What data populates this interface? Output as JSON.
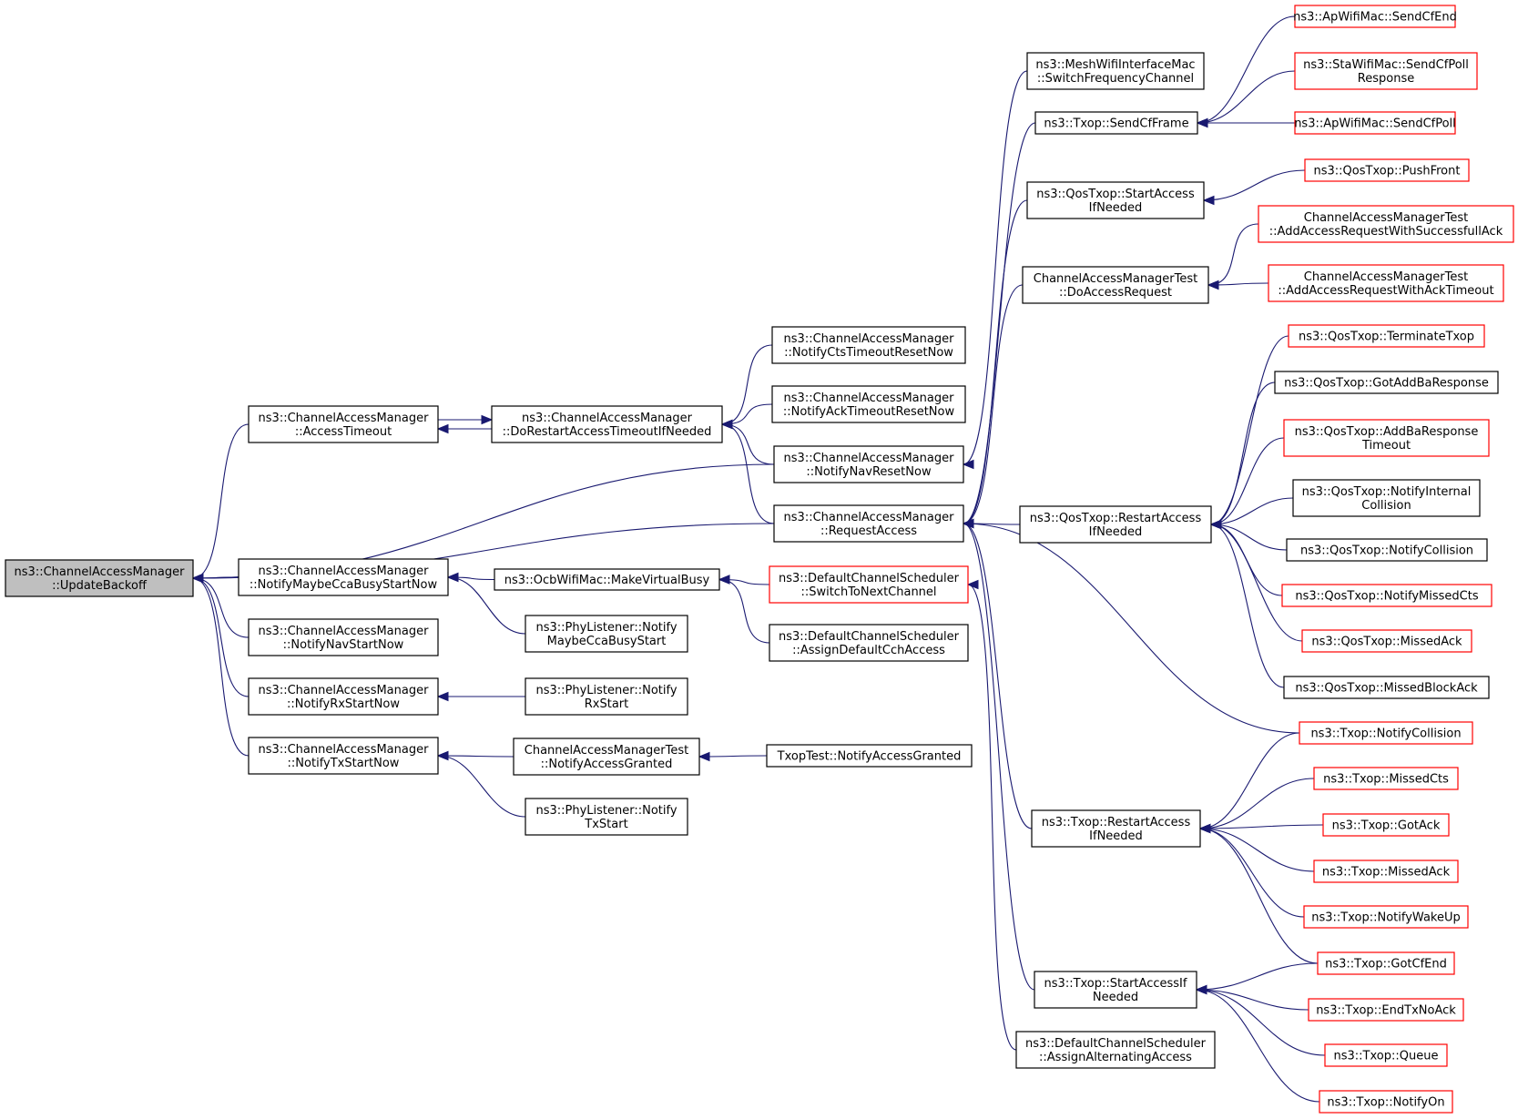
{
  "colors": {
    "edge": "#191970",
    "border_default": "#000000",
    "border_truncated": "#ff0000",
    "fill_focus": "#bfbfbf",
    "fill_default": "#ffffff"
  },
  "nodes": [
    {
      "id": "update_backoff",
      "lines": [
        "ns3::ChannelAccessManager",
        "::UpdateBackoff"
      ],
      "style": "focus"
    },
    {
      "id": "access_timeout",
      "lines": [
        "ns3::ChannelAccessManager",
        "::AccessTimeout"
      ],
      "style": "default"
    },
    {
      "id": "notify_maybe_cca",
      "lines": [
        "ns3::ChannelAccessManager",
        "::NotifyMaybeCcaBusyStartNow"
      ],
      "style": "default"
    },
    {
      "id": "notify_nav_start",
      "lines": [
        "ns3::ChannelAccessManager",
        "::NotifyNavStartNow"
      ],
      "style": "default"
    },
    {
      "id": "notify_rx_start",
      "lines": [
        "ns3::ChannelAccessManager",
        "::NotifyRxStartNow"
      ],
      "style": "default"
    },
    {
      "id": "notify_tx_start",
      "lines": [
        "ns3::ChannelAccessManager",
        "::NotifyTxStartNow"
      ],
      "style": "default"
    },
    {
      "id": "do_restart",
      "lines": [
        "ns3::ChannelAccessManager",
        "::DoRestartAccessTimeoutIfNeeded"
      ],
      "style": "default"
    },
    {
      "id": "ocb_make_busy",
      "lines": [
        "ns3::OcbWifiMac::MakeVirtualBusy"
      ],
      "style": "default"
    },
    {
      "id": "phy_maybe_cca",
      "lines": [
        "ns3::PhyListener::Notify",
        "MaybeCcaBusyStart"
      ],
      "style": "default"
    },
    {
      "id": "phy_rx_start",
      "lines": [
        "ns3::PhyListener::Notify",
        "RxStart"
      ],
      "style": "default"
    },
    {
      "id": "camt_notify_granted",
      "lines": [
        "ChannelAccessManagerTest",
        "::NotifyAccessGranted"
      ],
      "style": "default"
    },
    {
      "id": "phy_tx_start",
      "lines": [
        "ns3::PhyListener::Notify",
        "TxStart"
      ],
      "style": "default"
    },
    {
      "id": "notify_cts_reset",
      "lines": [
        "ns3::ChannelAccessManager",
        "::NotifyCtsTimeoutResetNow"
      ],
      "style": "default"
    },
    {
      "id": "notify_ack_reset",
      "lines": [
        "ns3::ChannelAccessManager",
        "::NotifyAckTimeoutResetNow"
      ],
      "style": "default"
    },
    {
      "id": "notify_nav_reset",
      "lines": [
        "ns3::ChannelAccessManager",
        "::NotifyNavResetNow"
      ],
      "style": "default"
    },
    {
      "id": "request_access",
      "lines": [
        "ns3::ChannelAccessManager",
        "::RequestAccess"
      ],
      "style": "default"
    },
    {
      "id": "dcs_switch_next",
      "lines": [
        "ns3::DefaultChannelScheduler",
        "::SwitchToNextChannel"
      ],
      "style": "truncated"
    },
    {
      "id": "dcs_assign_default_cch",
      "lines": [
        "ns3::DefaultChannelScheduler",
        "::AssignDefaultCchAccess"
      ],
      "style": "default"
    },
    {
      "id": "txoptest_notify_granted",
      "lines": [
        "TxopTest::NotifyAccessGranted"
      ],
      "style": "default"
    },
    {
      "id": "mesh_switch_freq",
      "lines": [
        "ns3::MeshWifiInterfaceMac",
        "::SwitchFrequencyChannel"
      ],
      "style": "default"
    },
    {
      "id": "txop_send_cf_frame",
      "lines": [
        "ns3::Txop::SendCfFrame"
      ],
      "style": "default"
    },
    {
      "id": "qostxop_start_access",
      "lines": [
        "ns3::QosTxop::StartAccess",
        "IfNeeded"
      ],
      "style": "default"
    },
    {
      "id": "camt_do_access_request",
      "lines": [
        "ChannelAccessManagerTest",
        "::DoAccessRequest"
      ],
      "style": "default"
    },
    {
      "id": "qostxop_restart_access",
      "lines": [
        "ns3::QosTxop::RestartAccess",
        "IfNeeded"
      ],
      "style": "default"
    },
    {
      "id": "txop_restart_access",
      "lines": [
        "ns3::Txop::RestartAccess",
        "IfNeeded"
      ],
      "style": "default"
    },
    {
      "id": "txop_start_access",
      "lines": [
        "ns3::Txop::StartAccessIf",
        "Needed"
      ],
      "style": "default"
    },
    {
      "id": "dcs_assign_alternating",
      "lines": [
        "ns3::DefaultChannelScheduler",
        "::AssignAlternatingAccess"
      ],
      "style": "default"
    },
    {
      "id": "ap_send_cf_end",
      "lines": [
        "ns3::ApWifiMac::SendCfEnd"
      ],
      "style": "truncated"
    },
    {
      "id": "sta_send_cf_poll_resp",
      "lines": [
        "ns3::StaWifiMac::SendCfPoll",
        "Response"
      ],
      "style": "truncated"
    },
    {
      "id": "ap_send_cf_poll",
      "lines": [
        "ns3::ApWifiMac::SendCfPoll"
      ],
      "style": "truncated"
    },
    {
      "id": "qostxop_push_front",
      "lines": [
        "ns3::QosTxop::PushFront"
      ],
      "style": "truncated"
    },
    {
      "id": "camt_add_success",
      "lines": [
        "ChannelAccessManagerTest",
        "::AddAccessRequestWithSuccessfullAck"
      ],
      "style": "truncated"
    },
    {
      "id": "camt_add_ack_timeout",
      "lines": [
        "ChannelAccessManagerTest",
        "::AddAccessRequestWithAckTimeout"
      ],
      "style": "truncated"
    },
    {
      "id": "qostxop_terminate",
      "lines": [
        "ns3::QosTxop::TerminateTxop"
      ],
      "style": "truncated"
    },
    {
      "id": "qostxop_got_addba",
      "lines": [
        "ns3::QosTxop::GotAddBaResponse"
      ],
      "style": "default"
    },
    {
      "id": "qostxop_addba_timeout",
      "lines": [
        "ns3::QosTxop::AddBaResponse",
        "Timeout"
      ],
      "style": "truncated"
    },
    {
      "id": "qostxop_notify_internal",
      "lines": [
        "ns3::QosTxop::NotifyInternal",
        "Collision"
      ],
      "style": "default"
    },
    {
      "id": "qostxop_notify_collision",
      "lines": [
        "ns3::QosTxop::NotifyCollision"
      ],
      "style": "default"
    },
    {
      "id": "qostxop_notify_missed_cts",
      "lines": [
        "ns3::QosTxop::NotifyMissedCts"
      ],
      "style": "truncated"
    },
    {
      "id": "qostxop_missed_ack",
      "lines": [
        "ns3::QosTxop::MissedAck"
      ],
      "style": "truncated"
    },
    {
      "id": "qostxop_missed_block_ack",
      "lines": [
        "ns3::QosTxop::MissedBlockAck"
      ],
      "style": "default"
    },
    {
      "id": "txop_notify_collision",
      "lines": [
        "ns3::Txop::NotifyCollision"
      ],
      "style": "truncated"
    },
    {
      "id": "txop_missed_cts",
      "lines": [
        "ns3::Txop::MissedCts"
      ],
      "style": "truncated"
    },
    {
      "id": "txop_got_ack",
      "lines": [
        "ns3::Txop::GotAck"
      ],
      "style": "truncated"
    },
    {
      "id": "txop_missed_ack",
      "lines": [
        "ns3::Txop::MissedAck"
      ],
      "style": "truncated"
    },
    {
      "id": "txop_notify_wakeup",
      "lines": [
        "ns3::Txop::NotifyWakeUp"
      ],
      "style": "truncated"
    },
    {
      "id": "txop_got_cf_end",
      "lines": [
        "ns3::Txop::GotCfEnd"
      ],
      "style": "truncated"
    },
    {
      "id": "txop_end_tx_no_ack",
      "lines": [
        "ns3::Txop::EndTxNoAck"
      ],
      "style": "truncated"
    },
    {
      "id": "txop_queue",
      "lines": [
        "ns3::Txop::Queue"
      ],
      "style": "truncated"
    },
    {
      "id": "txop_notify_on",
      "lines": [
        "ns3::Txop::NotifyOn"
      ],
      "style": "truncated"
    }
  ],
  "edges": [
    {
      "from": "access_timeout",
      "to": "update_backoff"
    },
    {
      "from": "notify_nav_reset",
      "to": "update_backoff"
    },
    {
      "from": "request_access",
      "to": "update_backoff"
    },
    {
      "from": "notify_maybe_cca",
      "to": "update_backoff"
    },
    {
      "from": "notify_nav_start",
      "to": "update_backoff"
    },
    {
      "from": "notify_rx_start",
      "to": "update_backoff"
    },
    {
      "from": "notify_tx_start",
      "to": "update_backoff"
    },
    {
      "from": "do_restart",
      "to": "access_timeout"
    },
    {
      "from": "access_timeout",
      "to": "do_restart"
    },
    {
      "from": "notify_cts_reset",
      "to": "do_restart"
    },
    {
      "from": "notify_ack_reset",
      "to": "do_restart"
    },
    {
      "from": "notify_nav_reset",
      "to": "do_restart"
    },
    {
      "from": "request_access",
      "to": "do_restart"
    },
    {
      "from": "ocb_make_busy",
      "to": "notify_maybe_cca"
    },
    {
      "from": "phy_maybe_cca",
      "to": "notify_maybe_cca"
    },
    {
      "from": "dcs_switch_next",
      "to": "ocb_make_busy"
    },
    {
      "from": "dcs_assign_default_cch",
      "to": "ocb_make_busy"
    },
    {
      "from": "phy_rx_start",
      "to": "notify_rx_start"
    },
    {
      "from": "camt_notify_granted",
      "to": "notify_tx_start"
    },
    {
      "from": "phy_tx_start",
      "to": "notify_tx_start"
    },
    {
      "from": "txoptest_notify_granted",
      "to": "camt_notify_granted"
    },
    {
      "from": "mesh_switch_freq",
      "to": "notify_nav_reset"
    },
    {
      "from": "txop_send_cf_frame",
      "to": "request_access"
    },
    {
      "from": "qostxop_start_access",
      "to": "request_access"
    },
    {
      "from": "camt_do_access_request",
      "to": "request_access"
    },
    {
      "from": "qostxop_restart_access",
      "to": "request_access"
    },
    {
      "from": "txop_restart_access",
      "to": "request_access"
    },
    {
      "from": "txop_start_access",
      "to": "request_access"
    },
    {
      "from": "txop_notify_collision",
      "to": "request_access"
    },
    {
      "from": "dcs_assign_alternating",
      "to": "dcs_switch_next"
    },
    {
      "from": "ap_send_cf_end",
      "to": "txop_send_cf_frame"
    },
    {
      "from": "sta_send_cf_poll_resp",
      "to": "txop_send_cf_frame"
    },
    {
      "from": "ap_send_cf_poll",
      "to": "txop_send_cf_frame"
    },
    {
      "from": "qostxop_push_front",
      "to": "qostxop_start_access"
    },
    {
      "from": "camt_add_success",
      "to": "camt_do_access_request"
    },
    {
      "from": "camt_add_ack_timeout",
      "to": "camt_do_access_request"
    },
    {
      "from": "qostxop_terminate",
      "to": "qostxop_restart_access"
    },
    {
      "from": "qostxop_got_addba",
      "to": "qostxop_restart_access"
    },
    {
      "from": "qostxop_addba_timeout",
      "to": "qostxop_restart_access"
    },
    {
      "from": "qostxop_notify_internal",
      "to": "qostxop_restart_access"
    },
    {
      "from": "qostxop_notify_collision",
      "to": "qostxop_restart_access"
    },
    {
      "from": "qostxop_notify_missed_cts",
      "to": "qostxop_restart_access"
    },
    {
      "from": "qostxop_missed_ack",
      "to": "qostxop_restart_access"
    },
    {
      "from": "qostxop_missed_block_ack",
      "to": "qostxop_restart_access"
    },
    {
      "from": "txop_notify_collision",
      "to": "txop_restart_access"
    },
    {
      "from": "txop_missed_cts",
      "to": "txop_restart_access"
    },
    {
      "from": "txop_got_ack",
      "to": "txop_restart_access"
    },
    {
      "from": "txop_missed_ack",
      "to": "txop_restart_access"
    },
    {
      "from": "txop_notify_wakeup",
      "to": "txop_restart_access"
    },
    {
      "from": "txop_got_cf_end",
      "to": "txop_restart_access"
    },
    {
      "from": "txop_got_cf_end",
      "to": "txop_start_access"
    },
    {
      "from": "txop_end_tx_no_ack",
      "to": "txop_start_access"
    },
    {
      "from": "txop_queue",
      "to": "txop_start_access"
    },
    {
      "from": "txop_notify_on",
      "to": "txop_start_access"
    }
  ]
}
